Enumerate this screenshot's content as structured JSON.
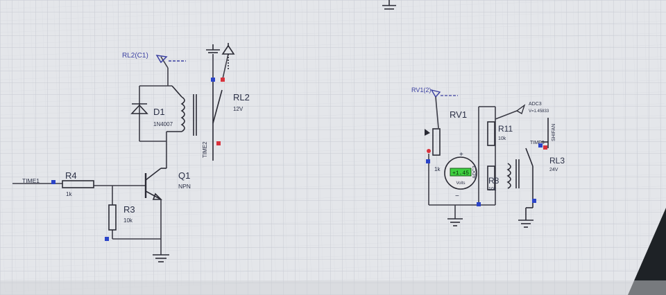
{
  "schematic": {
    "left_circuit": {
      "relay_terminal_label": "RL2(C1)",
      "diode": {
        "ref": "D1",
        "value": "1N4007"
      },
      "relay": {
        "ref": "RL2",
        "value": "12V"
      },
      "relay_contact_label": "TIME2",
      "input_label": "TIME1",
      "base_resistor": {
        "ref": "R4",
        "value": "1k"
      },
      "pulldown_resistor": {
        "ref": "R3",
        "value": "10k"
      },
      "transistor": {
        "ref": "Q1",
        "type": "NPN"
      }
    },
    "right_circuit": {
      "terminal_label": "RV1(2)",
      "pot": {
        "ref": "RV1",
        "value": "1k"
      },
      "adc_label": "ADC3",
      "adc_tag": "ADC3",
      "adc_voltage": "V=1.45833",
      "resistor_top": {
        "ref": "R11",
        "value": "10k"
      },
      "resistor_bottom": {
        "ref": "R8",
        "value": "10k"
      },
      "voltmeter": {
        "reading": "+1.45",
        "unit": "Volts"
      },
      "relay": {
        "ref": "RL3",
        "value": "24V"
      },
      "contact_label_a": "TIME3",
      "contact_label_b": "SHIFAN"
    },
    "colors": {
      "grid": "#c4c8d0",
      "wire": "#3c3c46",
      "pin": "#2b44c8",
      "pin_red": "#d8323c",
      "label_blue": "#3a3fa0",
      "meter_display": "#3fd040"
    }
  }
}
